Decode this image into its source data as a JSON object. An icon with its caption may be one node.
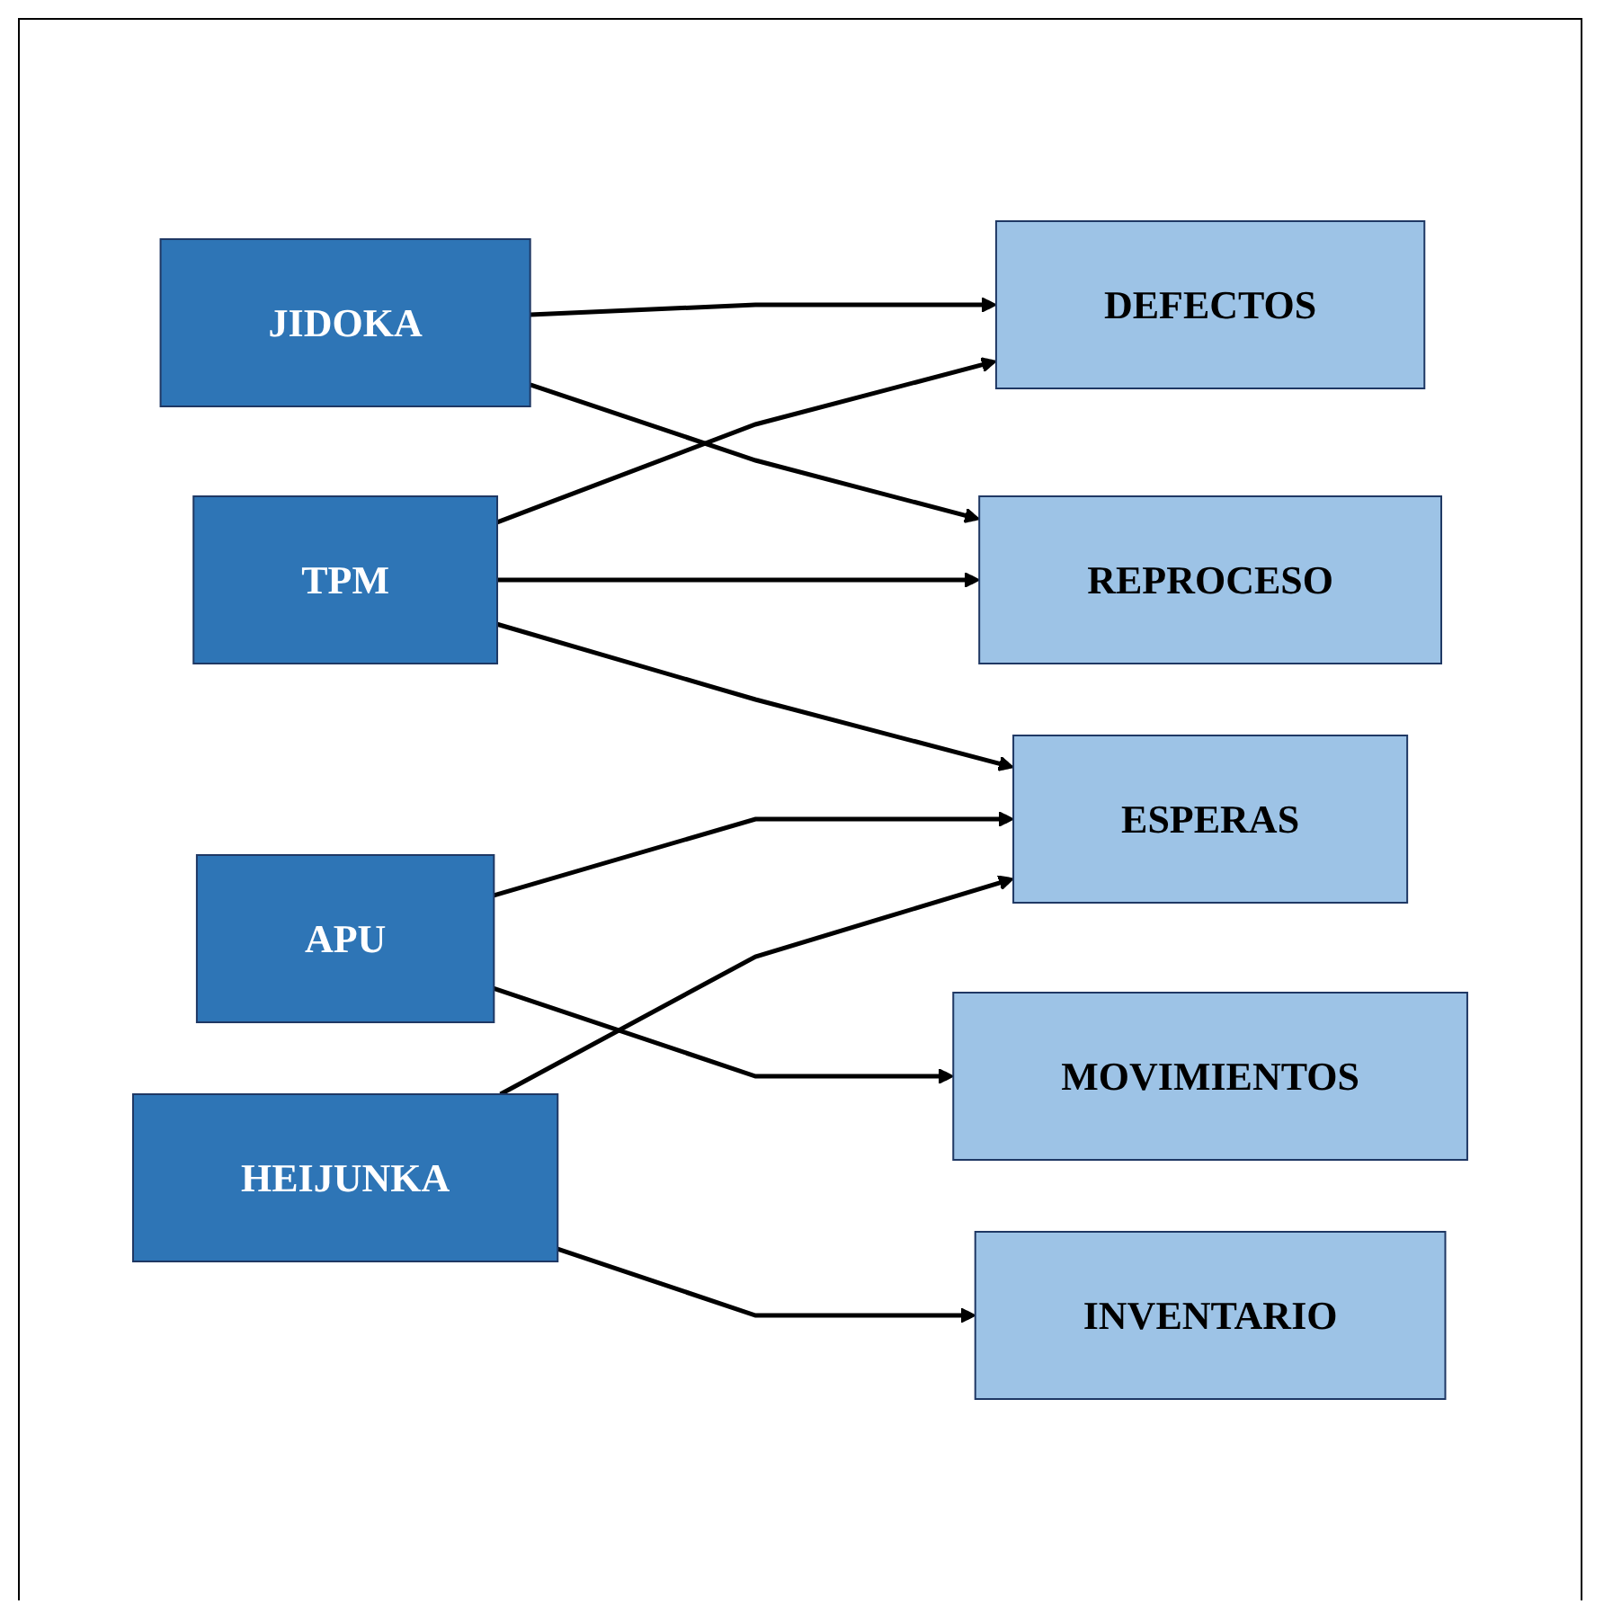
{
  "diagram": {
    "nodes": [
      {
        "text": [
          "JIDOKA"
        ]
      },
      {
        "text": [
          "TPM"
        ]
      },
      {
        "text": [
          "APU"
        ]
      },
      {
        "text": [
          "HEIJUNKA"
        ]
      },
      {
        "text": [
          "DEFECTOS"
        ]
      },
      {
        "text": [
          "REPROCESO"
        ]
      },
      {
        "text": [
          "MOVIMIENTOS"
        ]
      },
      {
        "text": [
          "ESPERAS"
        ]
      },
      {
        "text": [
          "INVENTARIO"
        ]
      }
    ],
    "edges": [
      {
        "from": 0,
        "to": 4,
        "arrow": "to"
      },
      {
        "from": 0,
        "to": 5,
        "arrow": "to"
      },
      {
        "from": 1,
        "to": 4,
        "arrow": "to"
      },
      {
        "from": 1,
        "to": 5,
        "arrow": "to"
      },
      {
        "from": 1,
        "to": 7,
        "arrow": "to"
      },
      {
        "from": 2,
        "to": 6,
        "arrow": "to"
      },
      {
        "from": 2,
        "to": 7,
        "arrow": "to"
      },
      {
        "from": 3,
        "to": 7,
        "arrow": "to"
      },
      {
        "from": 3,
        "to": 8,
        "arrow": "to"
      }
    ]
  }
}
